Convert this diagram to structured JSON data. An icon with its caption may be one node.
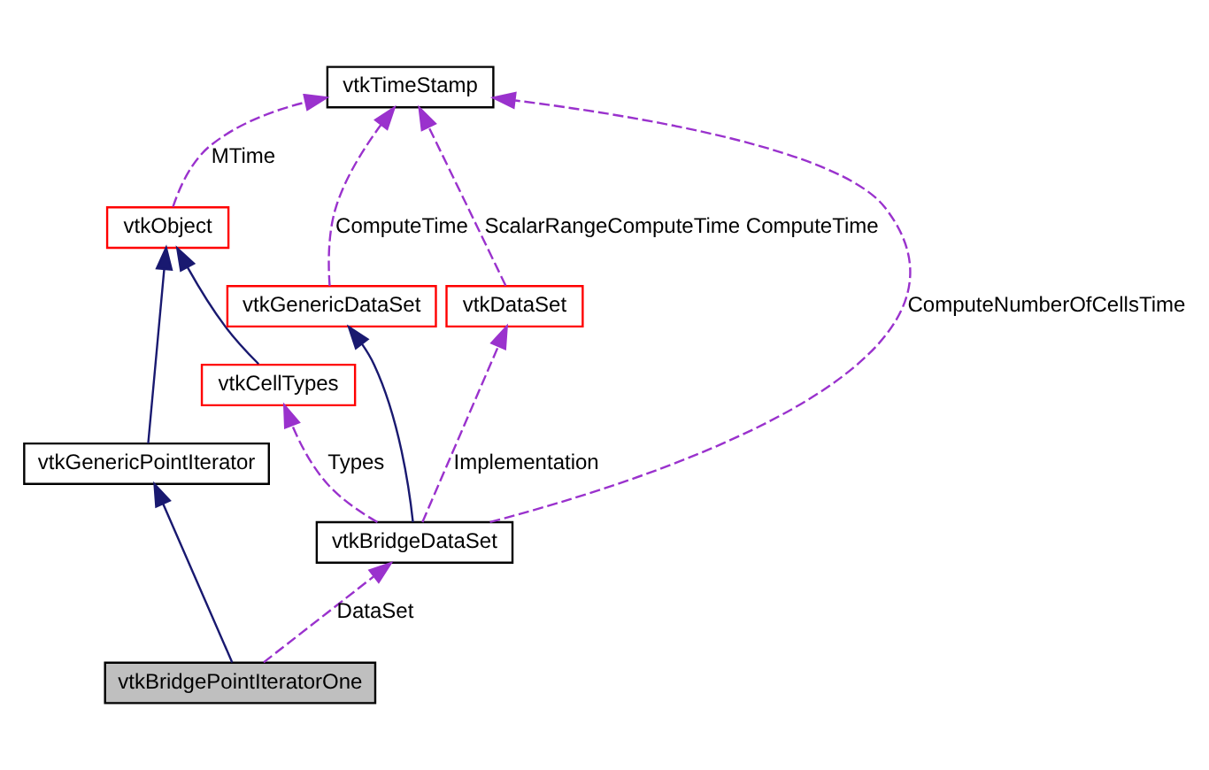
{
  "diagram": {
    "nodes": [
      {
        "text": [
          "vtkTimeStamp"
        ]
      },
      {
        "text": [
          "vtkObject"
        ]
      },
      {
        "text": [
          "vtkCellTypes"
        ]
      },
      {
        "text": [
          "vtkGenericDataSet"
        ]
      },
      {
        "text": [
          "vtkDataSet"
        ]
      },
      {
        "text": [
          "vtkGenericPointIterator"
        ]
      },
      {
        "text": [
          "vtkBridgeDataSet"
        ]
      },
      {
        "text": [
          "vtkBridgePointIteratorOne"
        ]
      }
    ],
    "edges": [
      {
        "from": 1,
        "to": 0,
        "arrow": "to",
        "style": "dashed",
        "label": "MTime"
      },
      {
        "from": 2,
        "to": 1,
        "arrow": "to",
        "color": "#191970"
      },
      {
        "from": 5,
        "to": 1,
        "arrow": "to",
        "color": "#191970"
      },
      {
        "from": 6,
        "to": 0,
        "arrow": "to",
        "style": "dashed",
        "label": "ComputeNumberOfCellsTime"
      },
      {
        "from": 3,
        "to": 0,
        "arrow": "to",
        "style": "dashed",
        "label": "ComputeTime"
      },
      {
        "from": 4,
        "to": 0,
        "arrow": "to",
        "style": "dashed",
        "label": "ScalarRangeComputeTime ComputeTime"
      },
      {
        "from": 6,
        "to": 2,
        "arrow": "to",
        "style": "dashed",
        "label": "Types"
      },
      {
        "from": 6,
        "to": 3,
        "arrow": "to",
        "color": "#191970"
      },
      {
        "from": 6,
        "to": 4,
        "arrow": "to",
        "style": "dashed",
        "label": "Implementation"
      },
      {
        "from": 7,
        "to": 5,
        "arrow": "to",
        "color": "#191970"
      },
      {
        "from": 7,
        "to": 6,
        "arrow": "to",
        "style": "dashed",
        "label": "DataSet"
      }
    ]
  }
}
